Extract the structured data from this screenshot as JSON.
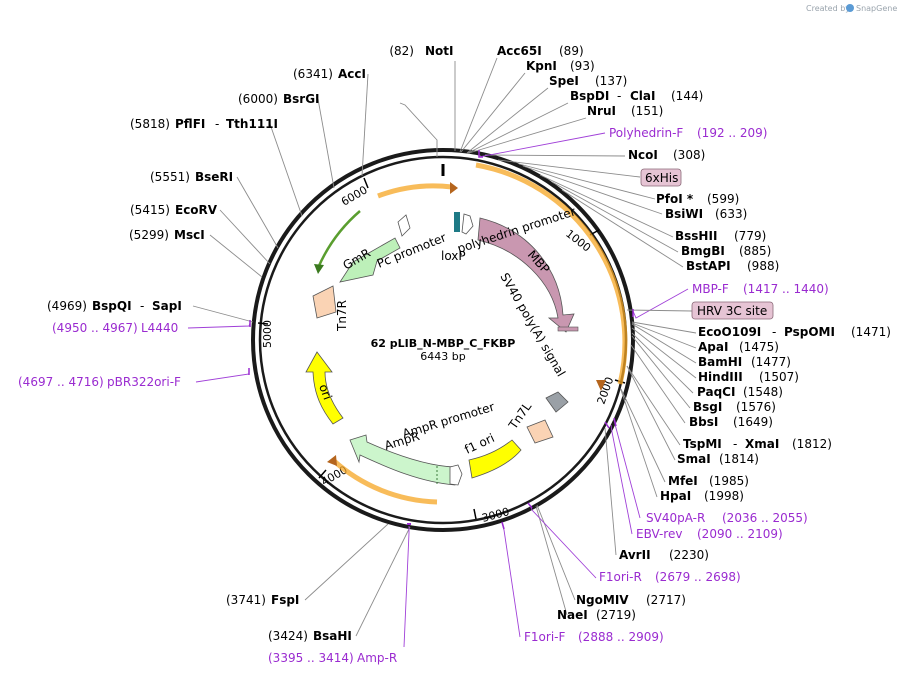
{
  "credit": {
    "prefix": "Created by",
    "brand": "SnapGene"
  },
  "plasmid": {
    "name": "62 pLIB_N-MBP_C_FKBP",
    "size": "6443 bp"
  },
  "ticks": [
    "1000",
    "2000",
    "3000",
    "4000",
    "5000",
    "6000"
  ],
  "enzymes": [
    {
      "name": "NotI",
      "pos": "(82)"
    },
    {
      "name": "Acc65I",
      "pos": "(89)"
    },
    {
      "name": "KpnI",
      "pos": "(93)"
    },
    {
      "name": "SpeI",
      "pos": "(137)"
    },
    {
      "name": "BspDI",
      "name2": "ClaI",
      "pos": "(144)"
    },
    {
      "name": "NruI",
      "pos": "(151)"
    },
    {
      "name": "NcoI",
      "pos": "(308)"
    },
    {
      "name": "PfoI *",
      "pos": "(599)"
    },
    {
      "name": "BsiWI",
      "pos": "(633)"
    },
    {
      "name": "BssHII",
      "pos": "(779)"
    },
    {
      "name": "BmgBI",
      "pos": "(885)"
    },
    {
      "name": "BstAPI",
      "pos": "(988)"
    },
    {
      "name": "EcoO109I",
      "name2": "PspOMI",
      "pos": "(1471)"
    },
    {
      "name": "ApaI",
      "pos": "(1475)"
    },
    {
      "name": "BamHI",
      "pos": "(1477)"
    },
    {
      "name": "HindIII",
      "pos": "(1507)"
    },
    {
      "name": "PaqCI",
      "pos": "(1548)"
    },
    {
      "name": "BsgI",
      "pos": "(1576)"
    },
    {
      "name": "BbsI",
      "pos": "(1649)"
    },
    {
      "name": "TspMI",
      "name2": "XmaI",
      "pos": "(1812)"
    },
    {
      "name": "SmaI",
      "pos": "(1814)"
    },
    {
      "name": "MfeI",
      "pos": "(1985)"
    },
    {
      "name": "HpaI",
      "pos": "(1998)"
    },
    {
      "name": "AvrII",
      "pos": "(2230)"
    },
    {
      "name": "NgoMIV",
      "pos": "(2717)"
    },
    {
      "name": "NaeI",
      "pos": "(2719)"
    },
    {
      "name": "FspI",
      "pos": "(3741)"
    },
    {
      "name": "BsaHI",
      "pos": "(3424)"
    },
    {
      "name": "BspQI",
      "name2": "SapI",
      "pos": "(4969)"
    },
    {
      "name": "MscI",
      "pos": "(5299)"
    },
    {
      "name": "EcoRV",
      "pos": "(5415)"
    },
    {
      "name": "BseRI",
      "pos": "(5551)"
    },
    {
      "name": "PflFI",
      "name2": "Tth111I",
      "pos": "(5818)"
    },
    {
      "name": "BsrGI",
      "pos": "(6000)"
    },
    {
      "name": "AccI",
      "pos": "(6341)"
    }
  ],
  "primers": [
    {
      "name": "Polyhedrin-F",
      "range": "(192 .. 209)"
    },
    {
      "name": "MBP-F",
      "range": "(1417 .. 1440)"
    },
    {
      "name": "SV40pA-R",
      "range": "(2036 .. 2055)"
    },
    {
      "name": "EBV-rev",
      "range": "(2090 .. 2109)"
    },
    {
      "name": "F1ori-R",
      "range": "(2679 .. 2698)"
    },
    {
      "name": "F1ori-F",
      "range": "(2888 .. 2909)"
    },
    {
      "name": "Amp-R",
      "range": "(3395 .. 3414)"
    },
    {
      "name": "pBR322ori-F",
      "range": "(4697 .. 4716)"
    },
    {
      "name": "L4440",
      "range": "(4950 .. 4967)"
    }
  ],
  "boxed_features": [
    "6xHis",
    "HRV 3C site"
  ],
  "features": {
    "mbp": "MBP",
    "polyhedrin_promoter": "polyhedrin promoter",
    "sv40": "SV40 poly(A) signal",
    "lox": "loxP",
    "pc_promoter": "Pc promoter",
    "gmr": "GmR",
    "tn7r": "Tn7R",
    "ori": "ori",
    "ampr_promoter": "AmpR promoter",
    "ampr": "AmpR",
    "f1ori": "f1 ori",
    "tn7l": "Tn7L"
  },
  "colors": {
    "backbone": "#1a1a1a",
    "orf": "#f5a623",
    "mbp": "#c997b0",
    "gmr": "#bdf0b9",
    "ori": "#ffff00",
    "ampr": "#ccf5cc",
    "tn7": "#fad3b4",
    "grey": "#9aa0a6",
    "primer": "#9a2bd0",
    "highlight": "#e6c4d4"
  }
}
